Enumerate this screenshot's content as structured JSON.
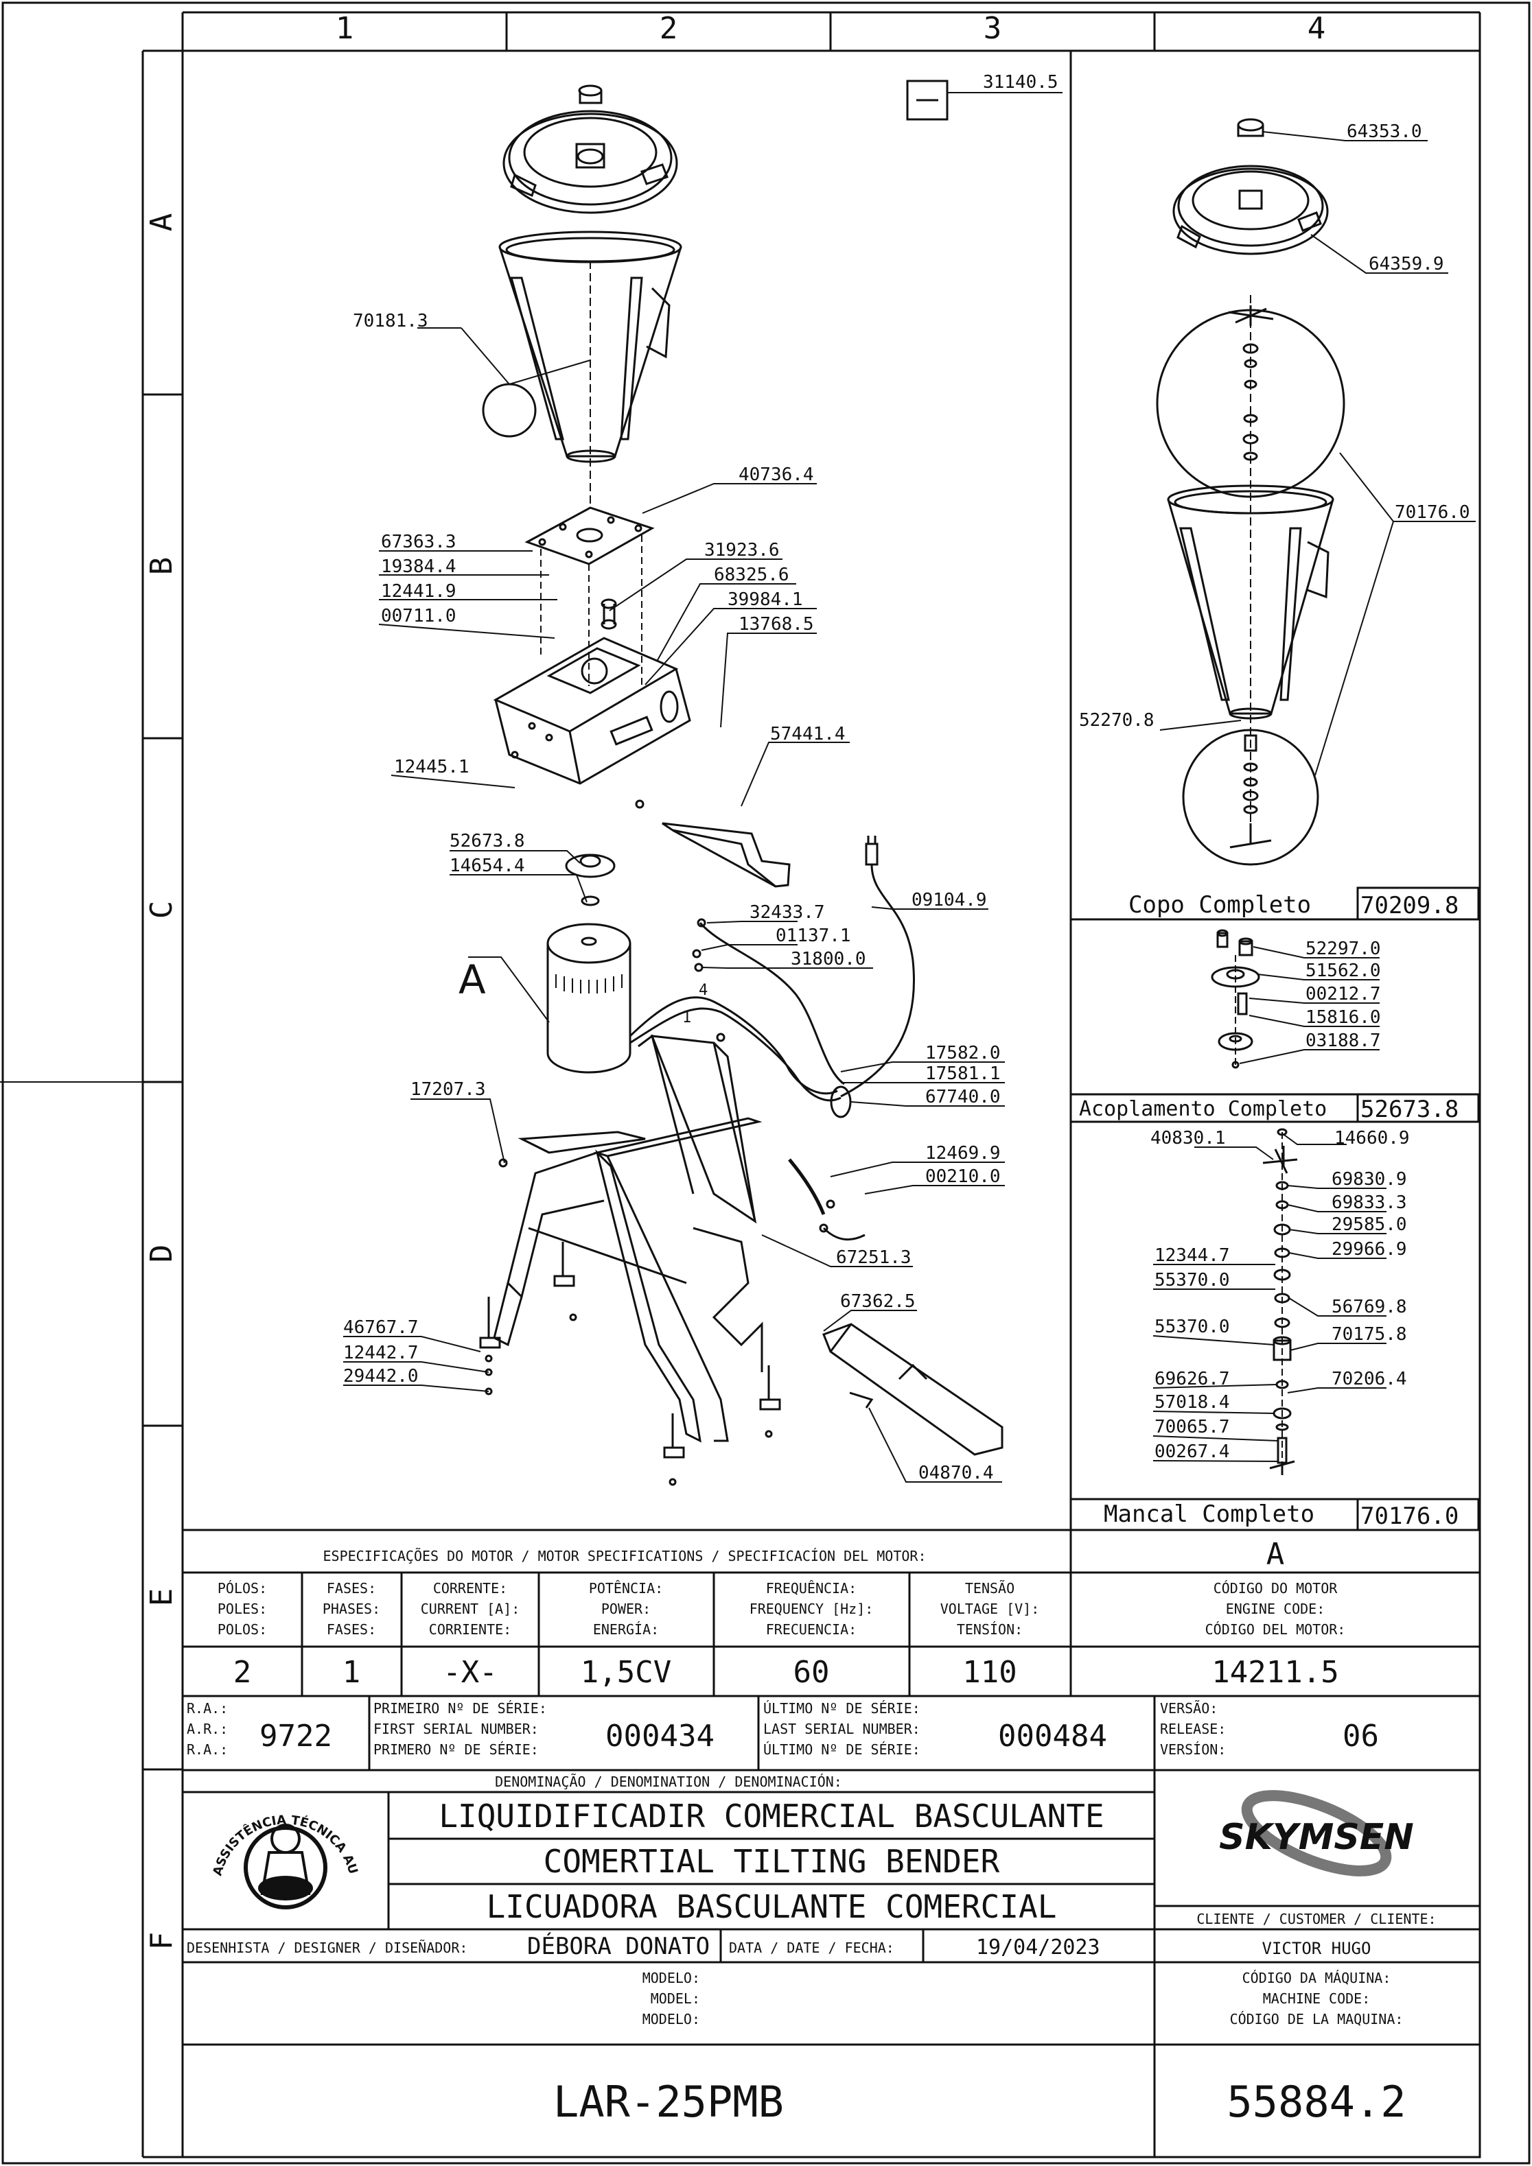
{
  "grid": {
    "columns": [
      "1",
      "2",
      "3",
      "4"
    ],
    "rows": [
      "A",
      "B",
      "C",
      "D",
      "E",
      "F"
    ]
  },
  "parts": {
    "p31140_5": "31140.5",
    "p70181_3": "70181.3",
    "p40736_4": "40736.4",
    "p67363_3": "67363.3",
    "p19384_4": "19384.4",
    "p12441_9": "12441.9",
    "p00711_0": "00711.0",
    "p31923_6": "31923.6",
    "p68325_6": "68325.6",
    "p39984_1": "39984.1",
    "p13768_5": "13768.5",
    "p12445_1": "12445.1",
    "p57441_4": "57441.4",
    "p52673_8": "52673.8",
    "p14654_4": "14654.4",
    "p32433_7": "32433.7",
    "p09104_9": "09104.9",
    "p01137_1": "01137.1",
    "p31800_0": "31800.0",
    "p17582_0": "17582.0",
    "p17581_1": "17581.1",
    "p67740_0": "67740.0",
    "p17207_3": "17207.3",
    "p12469_9": "12469.9",
    "p00210_0": "00210.0",
    "p67251_3": "67251.3",
    "p67362_5": "67362.5",
    "p46767_7": "46767.7",
    "p12442_7": "12442.7",
    "p29442_0": "29442.0",
    "p04870_4": "04870.4",
    "motor_letter": "A",
    "wire_4": "4",
    "wire_1": "1"
  },
  "right_panel": {
    "copo": {
      "parts": {
        "p64353_0": "64353.0",
        "p64359_9": "64359.9",
        "p70176_0": "70176.0",
        "p52270_8": "52270.8"
      },
      "title": "Copo Completo",
      "code": "70209.8"
    },
    "acoplamento": {
      "parts": [
        "52297.0",
        "51562.0",
        "00212.7",
        "15816.0",
        "03188.7"
      ],
      "title": "Acoplamento Completo",
      "code": "52673.8"
    },
    "mancal": {
      "parts": {
        "p40830_1": "40830.1",
        "p14660_9": "14660.9",
        "p69830_9": "69830.9",
        "p69833_3": "69833.3",
        "p29585_0": "29585.0",
        "p12344_7": "12344.7",
        "p29966_9": "29966.9",
        "p55370_0a": "55370.0",
        "p56769_8": "56769.8",
        "p55370_0b": "55370.0",
        "p70175_8": "70175.8",
        "p69626_7": "69626.7",
        "p70206_4": "70206.4",
        "p57018_4": "57018.4",
        "p70065_7": "70065.7",
        "p00267_4": "00267.4"
      },
      "title": "Mancal Completo",
      "code": "70176.0"
    }
  },
  "motor_spec": {
    "heading": "ESPECIFICAÇÕES DO MOTOR / MOTOR SPECIFICATIONS / SPECIFICACÍON DEL MOTOR:",
    "motor_letter": "A",
    "headers": [
      [
        "PÓLOS:",
        "POLES:",
        "POLOS:"
      ],
      [
        "FASES:",
        "PHASES:",
        "FASES:"
      ],
      [
        "CORRENTE:",
        "CURRENT [A]:",
        "CORRIENTE:"
      ],
      [
        "POTÊNCIA:",
        "POWER:",
        "ENERGÍA:"
      ],
      [
        "FREQUÊNCIA:",
        "FREQUENCY [Hz]:",
        "FRECUENCIA:"
      ],
      [
        "TENSÃO",
        "VOLTAGE [V]:",
        "TENSÍON:"
      ],
      [
        "CÓDIGO DO MOTOR",
        "ENGINE CODE:",
        "CÓDIGO DEL MOTOR:"
      ]
    ],
    "values": [
      "2",
      "1",
      "-X-",
      "1,5CV",
      "60",
      "110",
      "14211.5"
    ]
  },
  "serial": {
    "ra_labels": [
      "R.A.:",
      "A.R.:",
      "R.A.:"
    ],
    "ra_value": "9722",
    "first_labels": [
      "PRIMEIRO Nº DE SÉRIE:",
      "FIRST SERIAL NUMBER:",
      "PRIMERO Nº DE SÉRIE:"
    ],
    "first_value": "000434",
    "last_labels": [
      "ÚLTIMO Nº DE SÉRIE:",
      "LAST SERIAL NUMBER:",
      "ÚLTIMO Nº DE SÉRIE:"
    ],
    "last_value": "000484",
    "version_labels": [
      "VERSÃO:",
      "RELEASE:",
      "VERSÍON:"
    ],
    "version_value": "06"
  },
  "title_block": {
    "denomination_label": "DENOMINAÇÃO / DENOMINATION / DENOMINACIÓN:",
    "title_pt": "LIQUIDIFICADIR COMERCIAL BASCULANTE",
    "title_en": "COMERTIAL TILTING BENDER",
    "title_es": "LICUADORA BASCULANTE COMERCIAL",
    "seal_text": "ASSISTÊNCIA TÉCNICA AUTORIZADA",
    "brand": "SKYMSEN",
    "customer_label": "CLIENTE / CUSTOMER / CLIENTE:",
    "customer": "VICTOR HUGO",
    "designer_label": "DESENHISTA / DESIGNER / DISEÑADOR:",
    "designer": "DÉBORA DONATO",
    "date_label": "DATA / DATE / FECHA:",
    "date": "19/04/2023",
    "model_labels": [
      "MODELO:",
      "MODEL:",
      "MODELO:"
    ],
    "machine_code_labels": [
      "CÓDIGO DA MÁQUINA:",
      "MACHINE CODE:",
      "CÓDIGO DE LA MAQUINA:"
    ],
    "model": "LAR-25PMB",
    "machine_code": "55884.2"
  }
}
